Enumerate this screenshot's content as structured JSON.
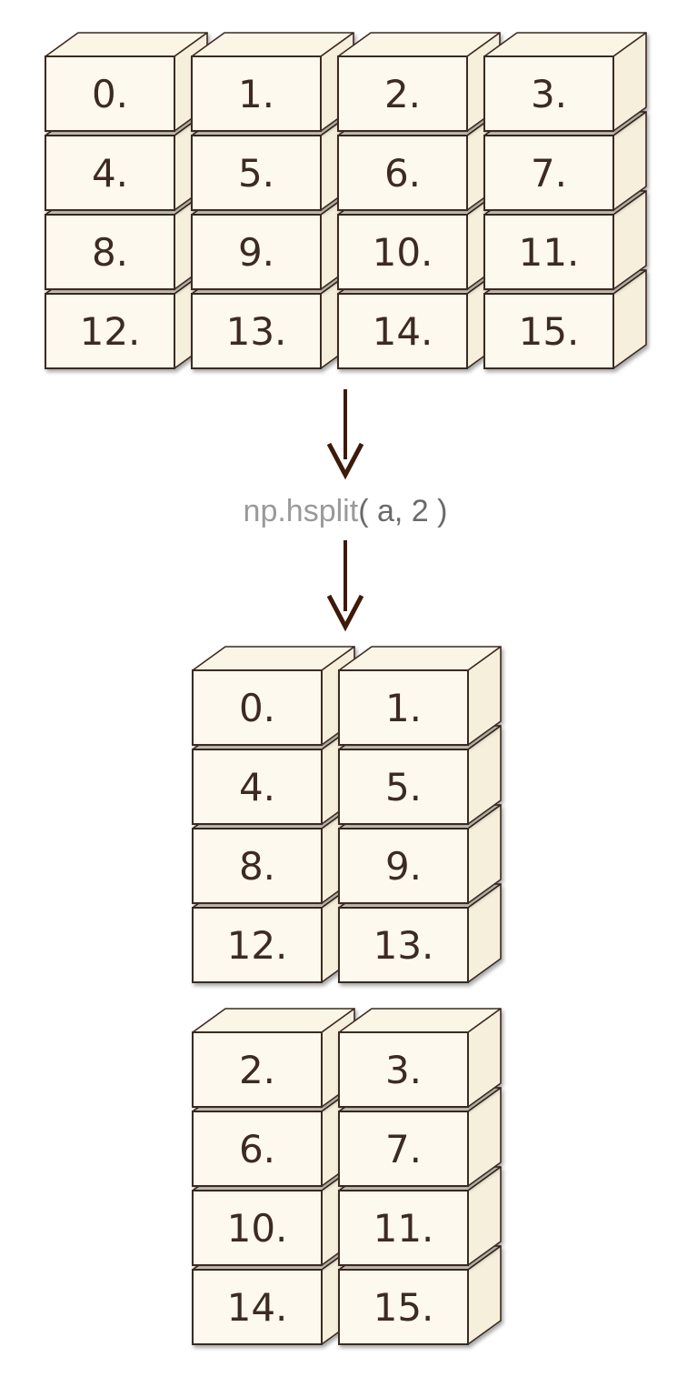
{
  "source_array": {
    "rows": [
      [
        "0.",
        "1.",
        "2.",
        "3."
      ],
      [
        "4.",
        "5.",
        "6.",
        "7."
      ],
      [
        "8.",
        "9.",
        "10.",
        "11."
      ],
      [
        "12.",
        "13.",
        "14.",
        "15."
      ]
    ]
  },
  "operation": {
    "func": "np.hsplit",
    "args": "( a, 2 )"
  },
  "result_arrays": [
    {
      "rows": [
        [
          "0.",
          "1."
        ],
        [
          "4.",
          "5."
        ],
        [
          "8.",
          "9."
        ],
        [
          "12.",
          "13."
        ]
      ]
    },
    {
      "rows": [
        [
          "2.",
          "3."
        ],
        [
          "6.",
          "7."
        ],
        [
          "10.",
          "11."
        ],
        [
          "14.",
          "15."
        ]
      ]
    }
  ],
  "colors": {
    "cube_front": "#fdf9ee",
    "cube_top": "#fbf5e5",
    "cube_side": "#f6efdc",
    "stroke": "#3e2a22",
    "text": "#3e2a22",
    "arrow": "#3e1a0a",
    "caption_func": "#9a9a9a",
    "caption_args": "#6a6a6a"
  }
}
